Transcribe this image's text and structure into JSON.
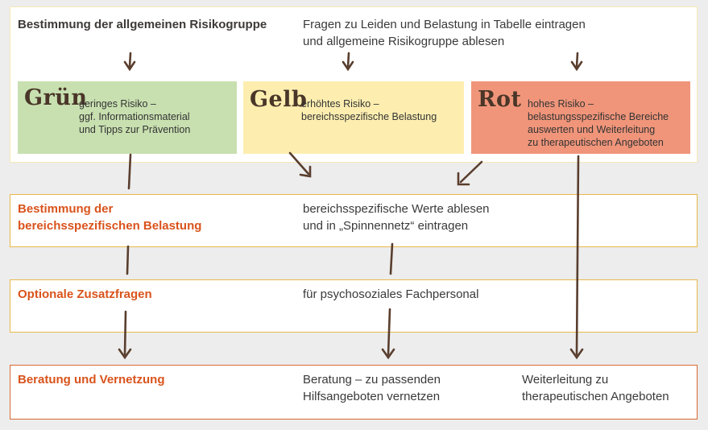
{
  "header": {
    "title": "Bestimmung der allgemeinen Risikogruppe",
    "instruction_lines": [
      "Fragen zu Leiden und Belastung in Tabelle eintragen",
      "und allgemeine Risikogruppe ablesen"
    ]
  },
  "risk_groups": [
    {
      "name": "Grün",
      "desc_lines": [
        "geringes Risiko –",
        "ggf. Informationsmaterial",
        "und Tipps zur Prävention"
      ],
      "color": "#c8e0b0"
    },
    {
      "name": "Gelb",
      "desc_lines": [
        "erhöhtes Risiko –",
        "bereichsspezifische Belastung"
      ],
      "color": "#fdeeb0"
    },
    {
      "name": "Rot",
      "desc_lines": [
        "hohes Risiko –",
        "belastungsspezifische Bereiche",
        "auswerten und Weiterleitung",
        "zu therapeutischen Angeboten"
      ],
      "color": "#f0957a"
    }
  ],
  "steps": [
    {
      "title_lines": [
        "Bestimmung der",
        "bereichsspezifischen Belastung"
      ],
      "text_lines": [
        "bereichsspezifische Werte ablesen",
        "und in „Spinnennetz“ eintragen"
      ]
    },
    {
      "title_lines": [
        "Optionale Zusatzfragen"
      ],
      "text_lines": [
        "für psychosoziales Fachpersonal"
      ]
    },
    {
      "title_lines": [
        "Beratung und Vernetzung"
      ],
      "text_lines": [
        "Beratung – zu passenden",
        "Hilfsangeboten vernetzen"
      ],
      "text2_lines": [
        "Weiterleitung zu",
        "therapeutischen Angeboten"
      ]
    }
  ],
  "colors": {
    "heading_orange": "#d9531c",
    "arrow": "#5a3e2e",
    "border_yellow": "#e8b84a",
    "border_orange": "#d96a33"
  }
}
